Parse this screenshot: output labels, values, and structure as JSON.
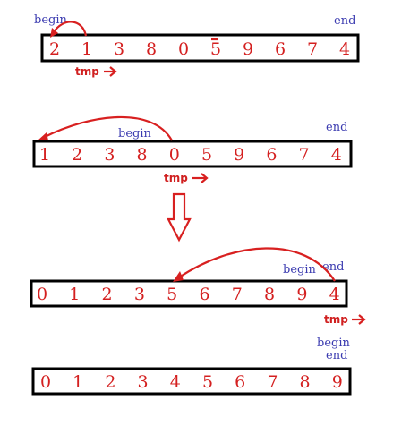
{
  "colors": {
    "number": "#d42020",
    "label": "#3b3bb0",
    "arrow": "#d82020",
    "box": "#000000"
  },
  "rows": [
    {
      "values": [
        "2",
        "1",
        "3",
        "8",
        "0",
        "5",
        "9",
        "6",
        "7",
        "4"
      ],
      "begin_label": "begin",
      "end_label": "end",
      "tmp_label": "tmp"
    },
    {
      "values": [
        "1",
        "2",
        "3",
        "8",
        "0",
        "5",
        "9",
        "6",
        "7",
        "4"
      ],
      "begin_label": "begin",
      "end_label": "end",
      "tmp_label": "tmp"
    },
    {
      "values": [
        "0",
        "1",
        "2",
        "3",
        "5",
        "6",
        "7",
        "8",
        "9",
        "4"
      ],
      "begin_label": "begin",
      "end_label": "end",
      "tmp_label": "tmp"
    },
    {
      "values": [
        "0",
        "1",
        "2",
        "3",
        "4",
        "5",
        "6",
        "7",
        "8",
        "9"
      ],
      "begin_label": "begin",
      "end_label": "end"
    }
  ]
}
